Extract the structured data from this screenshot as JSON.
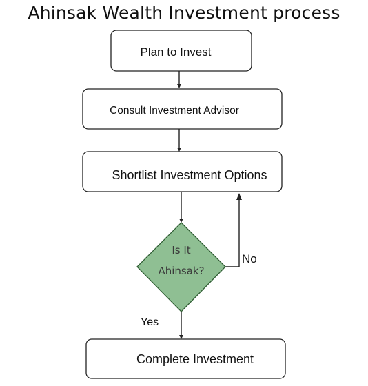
{
  "title": "Ahinsak Wealth Investment process",
  "steps": {
    "plan": "Plan to Invest",
    "consult": "Consult Investment Advisor",
    "shortlist": "Shortlist Investment Options",
    "complete": "Complete Investment"
  },
  "decision": {
    "line1": "Is It",
    "line2": "Ahinsak?"
  },
  "labels": {
    "no": "No",
    "yes": "Yes"
  },
  "colors": {
    "decision_fill": "#8fbf93",
    "decision_stroke": "#2f5d33"
  }
}
